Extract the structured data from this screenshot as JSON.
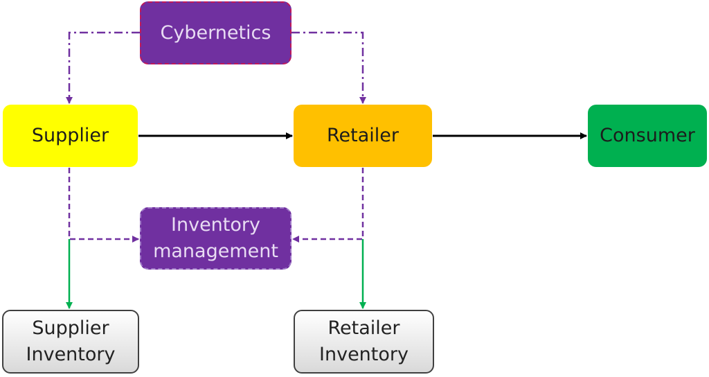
{
  "nodes": {
    "cybernetics": "Cybernetics",
    "supplier": "Supplier",
    "retailer": "Retailer",
    "consumer": "Consumer",
    "inventory_management": [
      "Inventory",
      "management"
    ],
    "supplier_inventory": [
      "Supplier",
      "Inventory"
    ],
    "retailer_inventory": [
      "Retailer",
      "Inventory"
    ]
  },
  "colors": {
    "cybernetics_fill": "#7030a0",
    "inventory_management_fill": "#7030a0",
    "supplier_fill": "#ffff00",
    "retailer_fill": "#ffc000",
    "consumer_fill": "#00b050",
    "inventory_fill_gradient": [
      "#ffffff",
      "#d9d9d9"
    ],
    "flow_arrow": "#000000",
    "control_arrow": "#7030a0",
    "inventory_arrow": "#00b050"
  },
  "edges": [
    {
      "from": "supplier",
      "to": "retailer",
      "style": "solid",
      "color": "black"
    },
    {
      "from": "retailer",
      "to": "consumer",
      "style": "solid",
      "color": "black"
    },
    {
      "from": "cybernetics",
      "to": "supplier",
      "style": "dash-dot",
      "color": "purple"
    },
    {
      "from": "cybernetics",
      "to": "retailer",
      "style": "dash-dot",
      "color": "purple"
    },
    {
      "from": "supplier",
      "to": "inventory_management",
      "style": "dashed",
      "color": "purple"
    },
    {
      "from": "retailer",
      "to": "inventory_management",
      "style": "dashed",
      "color": "purple"
    },
    {
      "from": "supplier",
      "to": "supplier_inventory",
      "style": "solid",
      "color": "green"
    },
    {
      "from": "retailer",
      "to": "retailer_inventory",
      "style": "solid",
      "color": "green"
    }
  ]
}
